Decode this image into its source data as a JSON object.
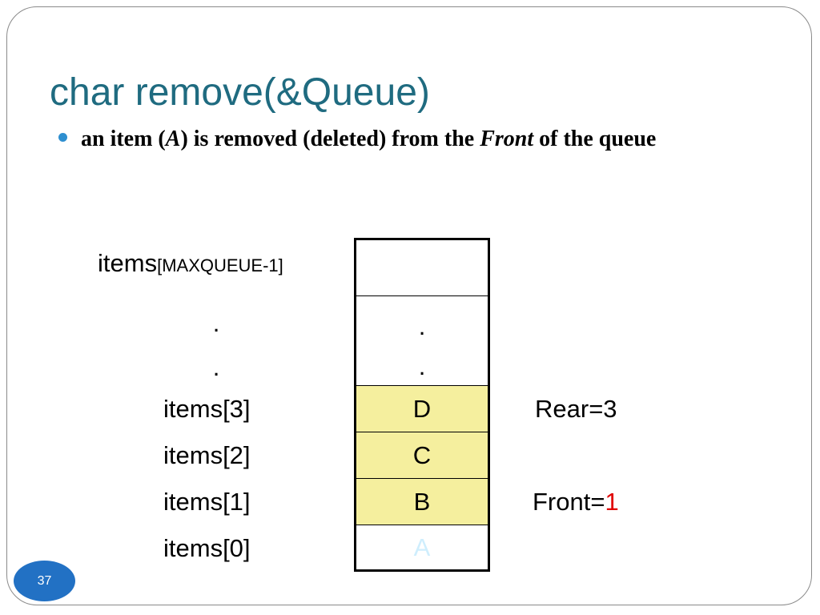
{
  "slide": {
    "title": "char remove(&Queue)",
    "bullet": {
      "part1": "an item (",
      "part2": "A",
      "part3": ") is removed (deleted) from the ",
      "part4": "Front",
      "part5": " of the queue"
    },
    "page_number": "37"
  },
  "labels": {
    "top_main": "items",
    "top_index": "[MAXQUEUE-1]",
    "dot1": ".",
    "dot2": ".",
    "items3": "items[3]",
    "items2": "items[2]",
    "items1": "items[1]",
    "items0": "items[0]"
  },
  "cells": {
    "top": "",
    "dot1": ".",
    "dot2": ".",
    "c3": "D",
    "c2": "C",
    "c1": "B",
    "c0": "A"
  },
  "pointers": {
    "rear": "Rear=3",
    "front_label": "Front=",
    "front_value": "1"
  },
  "colors": {
    "title": "#1f6b80",
    "filled_cell": "#f5ef9e",
    "removed_item": "#cfeefd",
    "front_value": "#e00000",
    "page_badge": "#2271c4"
  }
}
